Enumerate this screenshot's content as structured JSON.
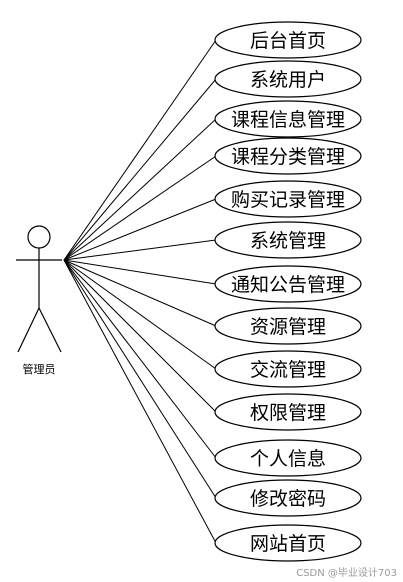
{
  "actor": {
    "label": "管理员"
  },
  "use_cases": [
    {
      "label": "后台首页"
    },
    {
      "label": "系统用户"
    },
    {
      "label": "课程信息管理"
    },
    {
      "label": "课程分类管理"
    },
    {
      "label": "购买记录管理"
    },
    {
      "label": "系统管理"
    },
    {
      "label": "通知公告管理"
    },
    {
      "label": "资源管理"
    },
    {
      "label": "交流管理"
    },
    {
      "label": "权限管理"
    },
    {
      "label": "个人信息"
    },
    {
      "label": "修改密码"
    },
    {
      "label": "网站首页"
    }
  ],
  "watermark": "CSDN @毕业设计703"
}
